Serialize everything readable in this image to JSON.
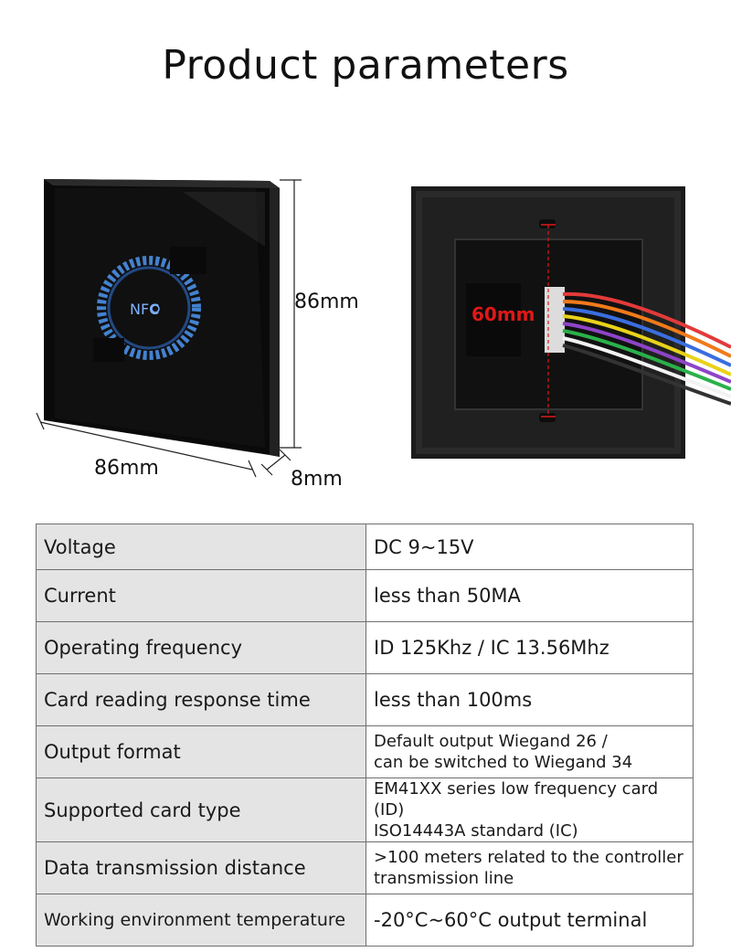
{
  "header": {
    "title": "Product parameters"
  },
  "figure": {
    "front": {
      "logo": "NFC",
      "height_label": "86mm",
      "width_label": "86mm",
      "depth_label": "8mm"
    },
    "back": {
      "hole_spacing_label": "60mm"
    }
  },
  "params": {
    "rows": [
      {
        "label": "Voltage",
        "value": "DC 9~15V"
      },
      {
        "label": "Current",
        "value": "less than 50MA"
      },
      {
        "label": "Operating frequency",
        "value": "ID 125Khz / IC 13.56Mhz"
      },
      {
        "label": "Card reading response time",
        "value": "less than 100ms"
      },
      {
        "label": "Output format",
        "value_line1": "Default output Wiegand 26 /",
        "value_line2": "can be switched to Wiegand 34"
      },
      {
        "label": "Supported card type",
        "value_line1": "EM41XX series low frequency card (ID)",
        "value_line2": "ISO14443A standard (IC)"
      },
      {
        "label": "Data transmission distance",
        "value_line1": ">100 meters related to the controller",
        "value_line2": "transmission line"
      },
      {
        "label": "Working environment temperature",
        "value": "-20°C~60°C output terminal"
      }
    ]
  }
}
